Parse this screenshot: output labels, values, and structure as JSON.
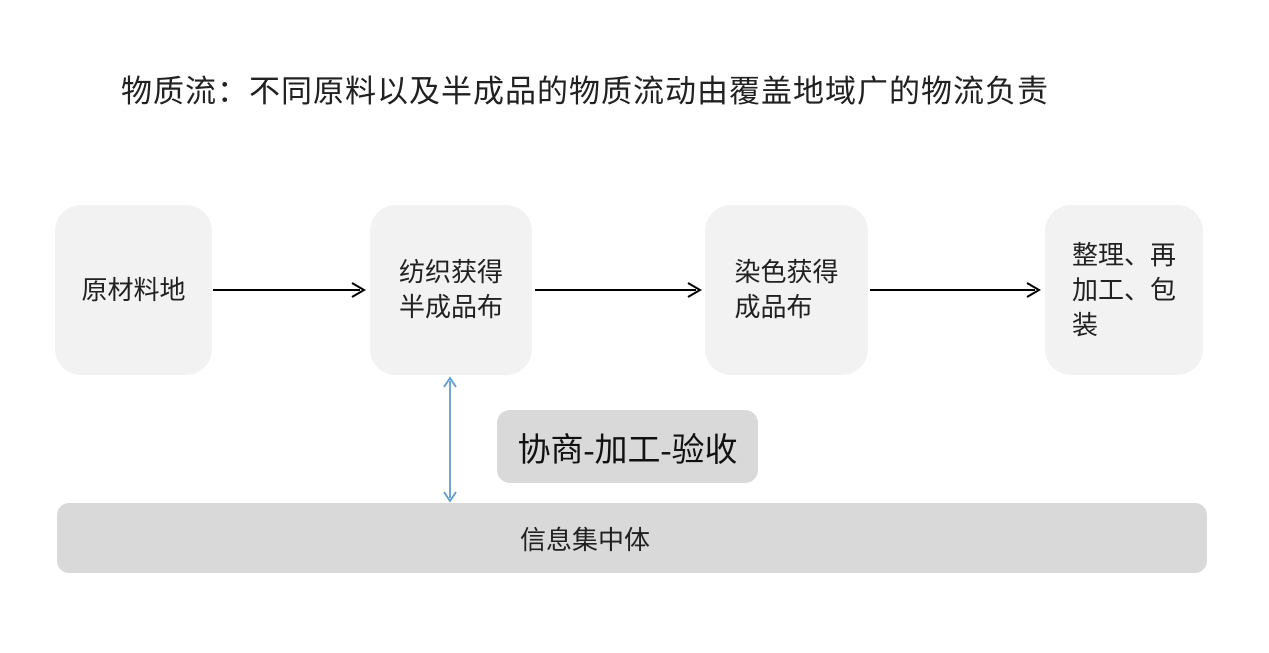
{
  "title": "物质流：不同原料以及半成品的物质流动由覆盖地域广的物流负责",
  "flow": {
    "boxes": [
      {
        "name": "raw-material-origin",
        "label": "原材料地",
        "lines": [
          "原材料地"
        ]
      },
      {
        "name": "weaving-semi-finished",
        "label": "纺织获得半成品布",
        "lines": [
          "纺织获得",
          "半成品布"
        ]
      },
      {
        "name": "dyeing-finished-cloth",
        "label": "染色获得成品布",
        "lines": [
          "染色获得",
          "成品布"
        ]
      },
      {
        "name": "finishing-repack-package",
        "label": "整理、再加工、包装",
        "lines": [
          "整理、再",
          "加工、包",
          "装"
        ]
      }
    ]
  },
  "process_tag": {
    "label": "协商-加工-验收"
  },
  "info_bar": {
    "label": "信息集中体"
  },
  "colors": {
    "box-light": "#F2F2F2",
    "box-dark": "#D9D9D9",
    "arrow-black": "#000000",
    "arrow-blue": "#5B9BD5",
    "text": "#212121"
  }
}
